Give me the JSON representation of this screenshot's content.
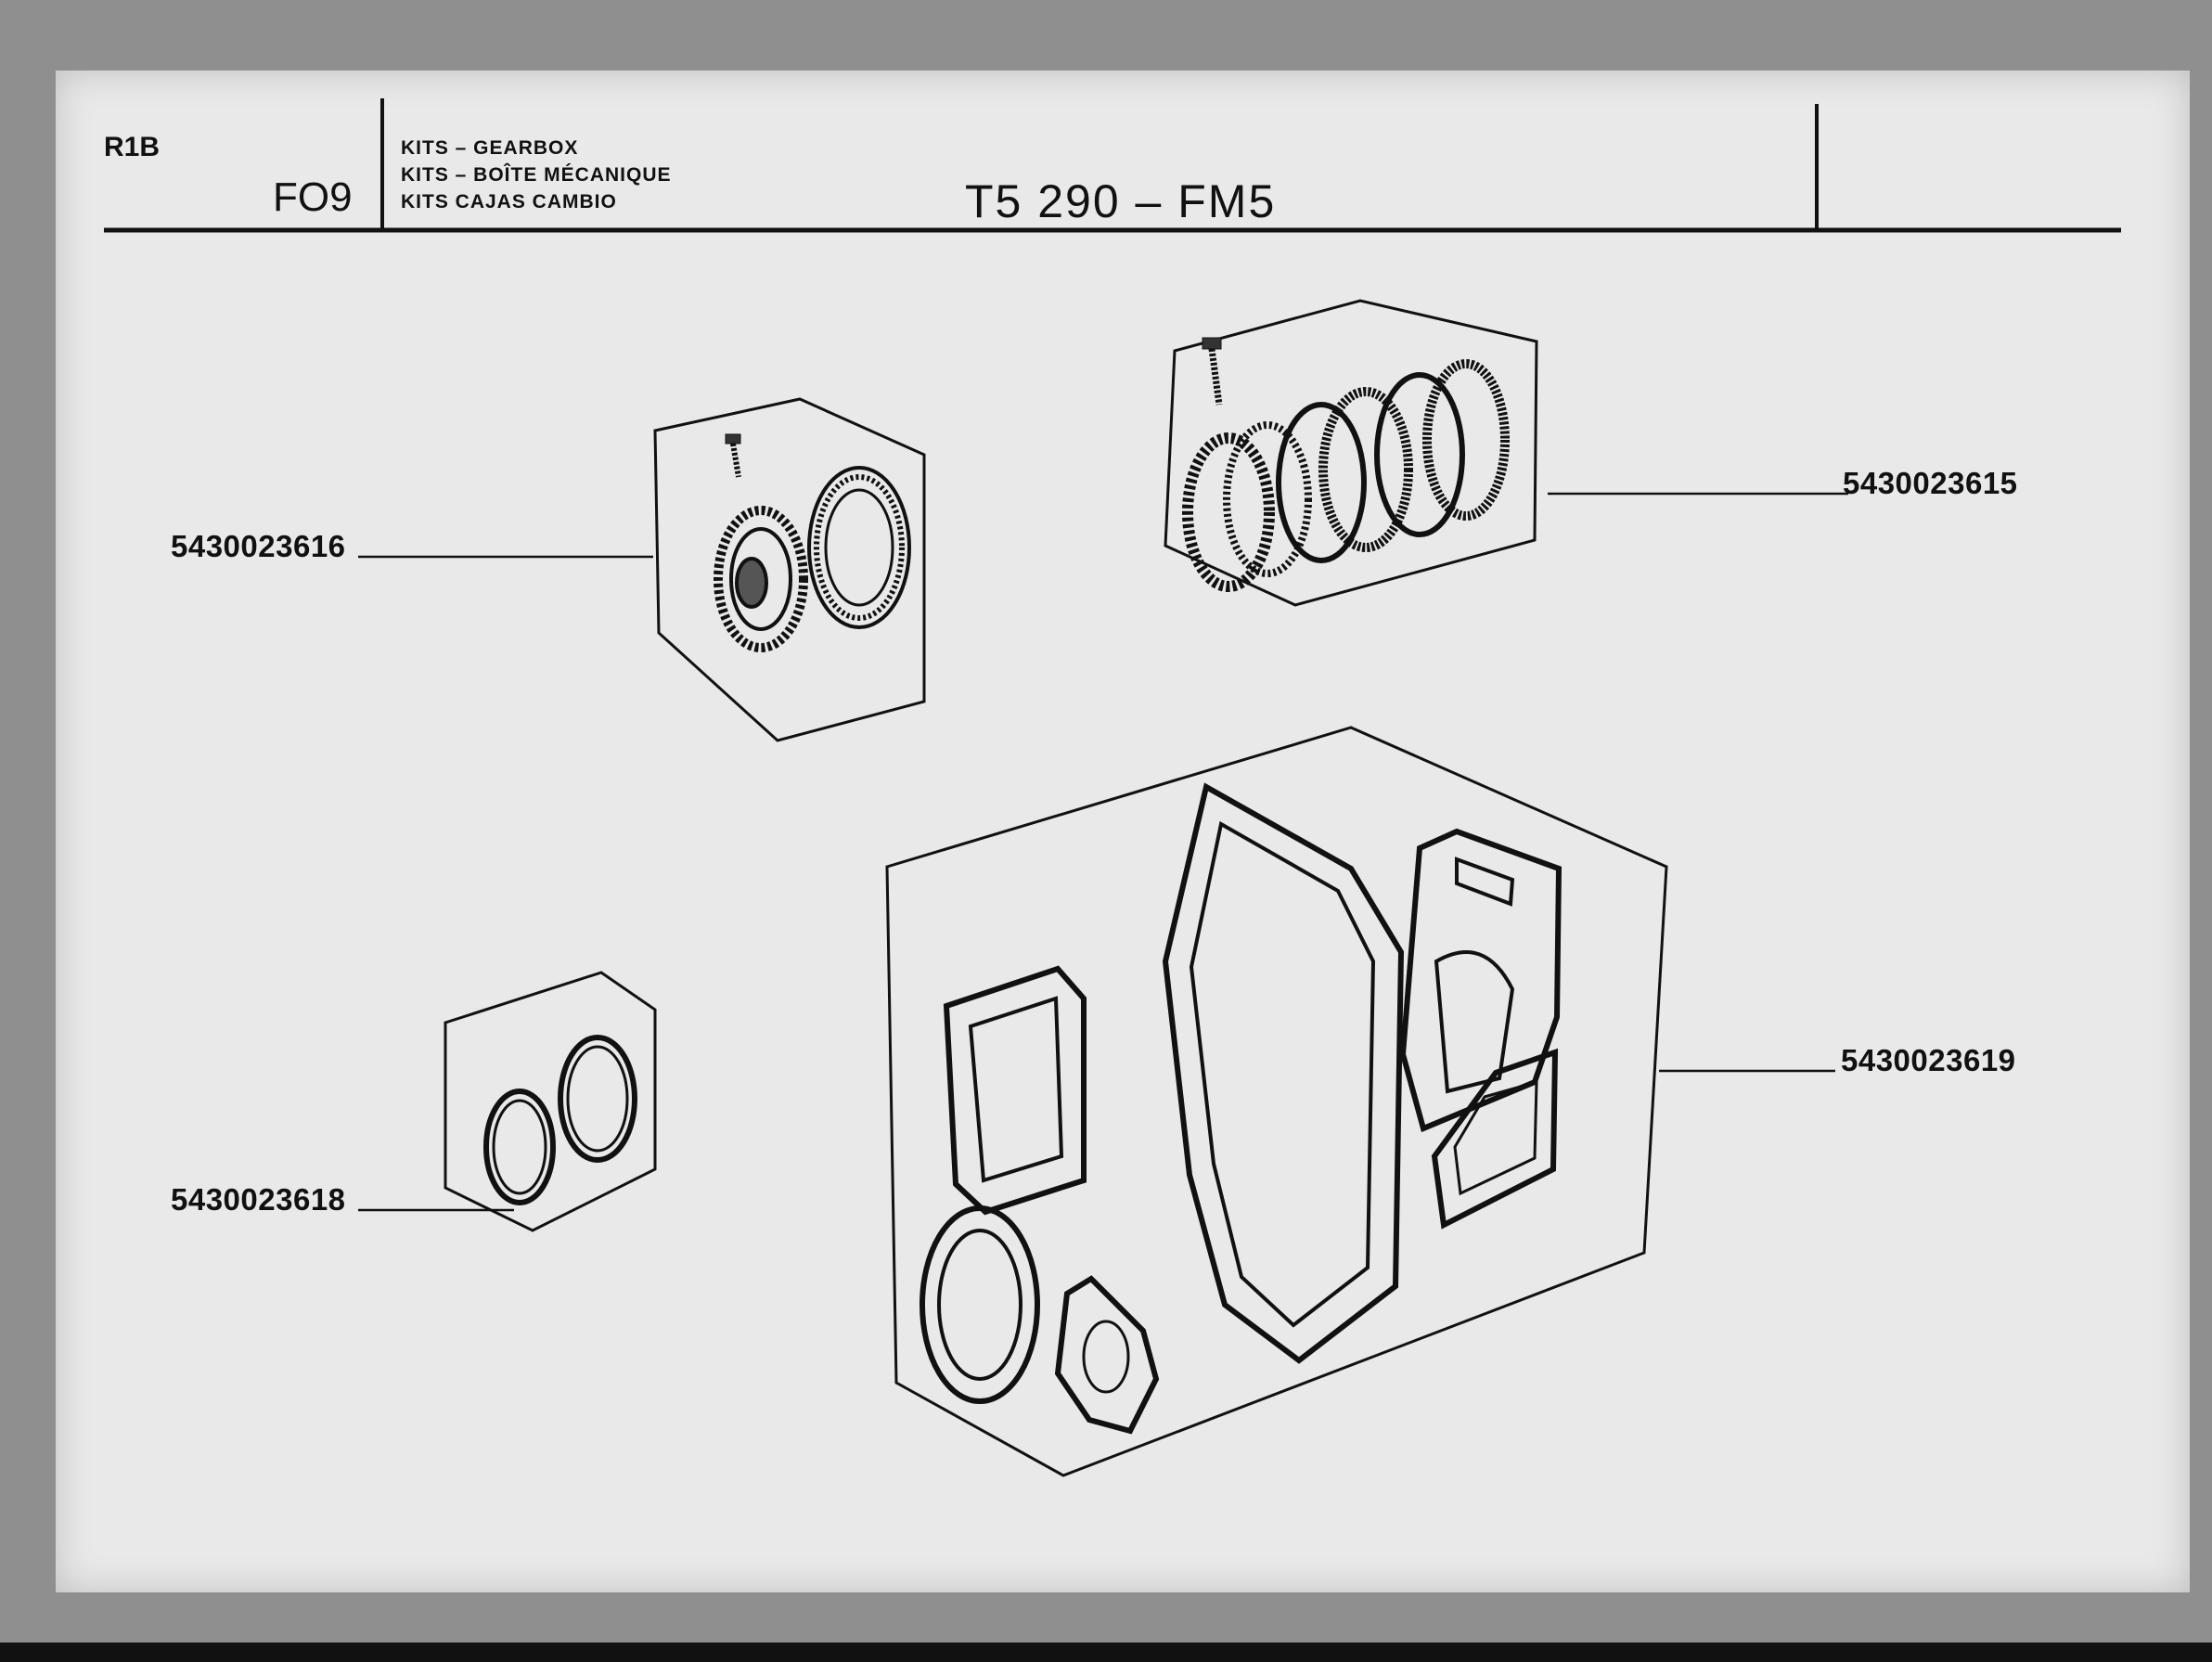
{
  "header": {
    "section_code": "R1B",
    "figure_code": "FO9",
    "kit_titles": [
      "KITS – GEARBOX",
      "KITS – BOÎTE MÉCANIQUE",
      "KITS CAJAS CAMBIO"
    ],
    "model": "T5 290 – FM5"
  },
  "parts": [
    {
      "number": "5430023616"
    },
    {
      "number": "5430023615"
    },
    {
      "number": "5430023619"
    },
    {
      "number": "5430023618"
    }
  ]
}
